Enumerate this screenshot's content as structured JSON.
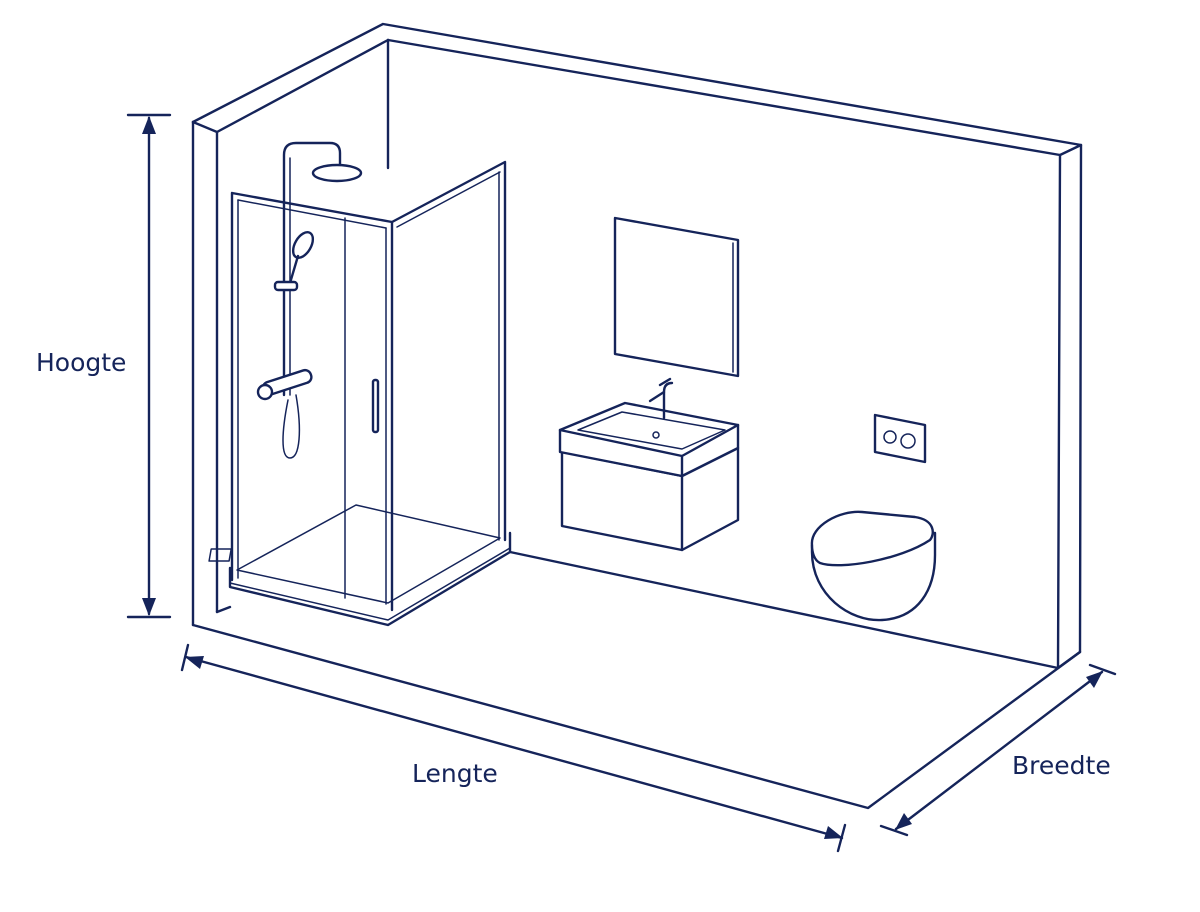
{
  "labels": {
    "height": "Hoogte",
    "length": "Lengte",
    "width": "Breedte"
  },
  "colors": {
    "line": "#15245a",
    "background": "#ffffff"
  }
}
